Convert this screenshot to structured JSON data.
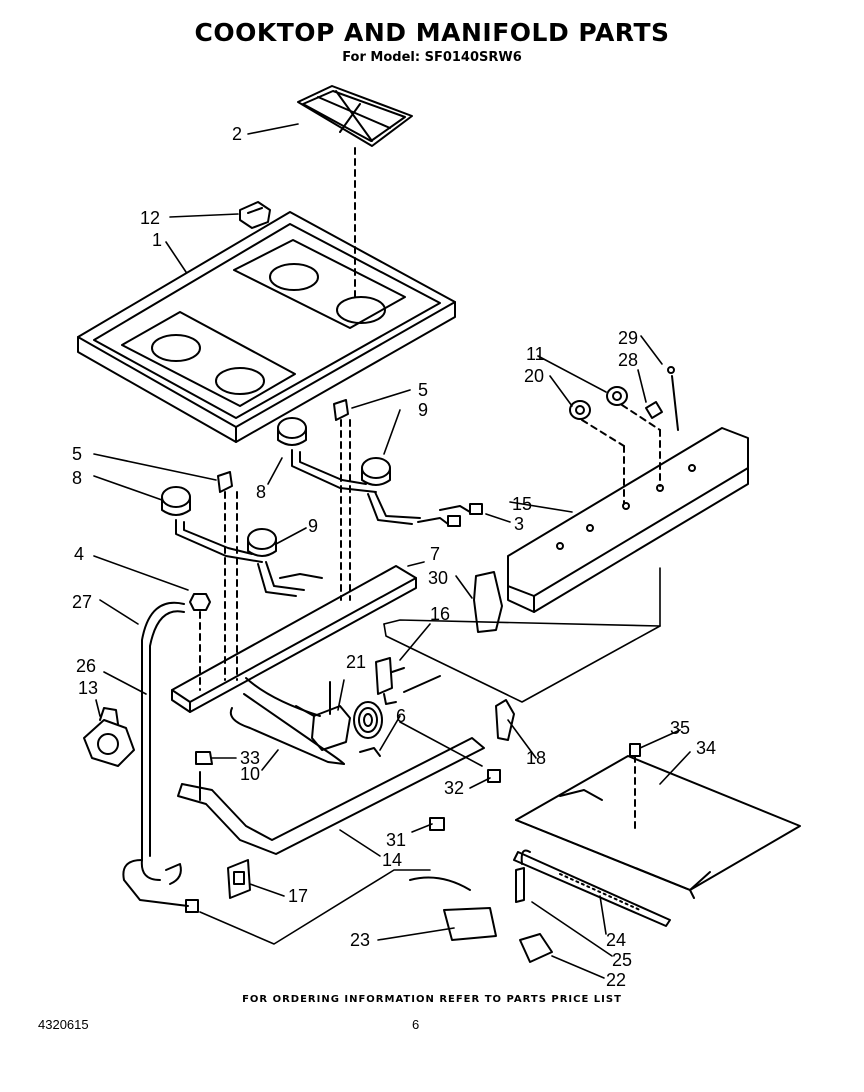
{
  "header": {
    "title": "COOKTOP AND MANIFOLD PARTS",
    "model": "For Model: SF0140SRW6"
  },
  "footer": {
    "note": "FOR ORDERING INFORMATION REFER TO PARTS PRICE LIST",
    "doc_number": "4320615",
    "page": "6"
  },
  "callouts": [
    "1",
    "2",
    "3",
    "4",
    "5",
    "6",
    "7",
    "8",
    "9",
    "10",
    "11",
    "12",
    "13",
    "14",
    "15",
    "16",
    "17",
    "18",
    "20",
    "21",
    "22",
    "23",
    "24",
    "25",
    "26",
    "27",
    "28",
    "29",
    "30",
    "31",
    "32",
    "33",
    "34",
    "35"
  ]
}
